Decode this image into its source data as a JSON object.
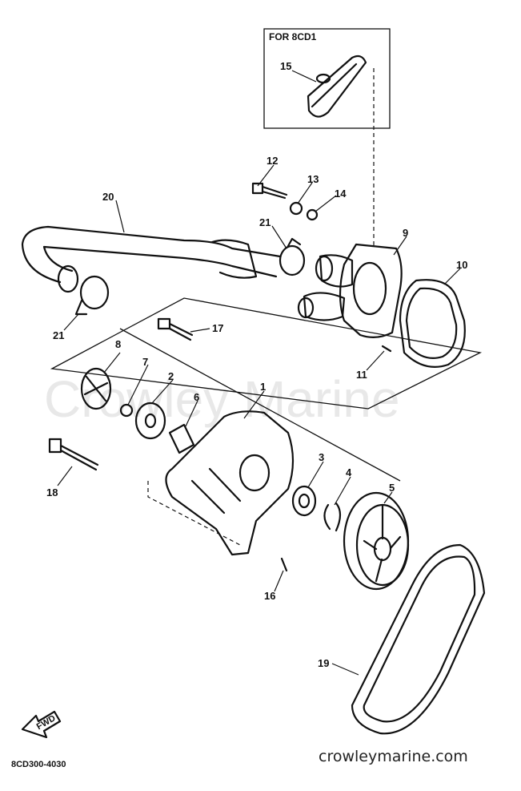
{
  "inset": {
    "title": "FOR 8CD1"
  },
  "watermark": "Crowley Marine",
  "callouts": [
    {
      "id": "15",
      "label": "15"
    },
    {
      "id": "12",
      "label": "12"
    },
    {
      "id": "13",
      "label": "13"
    },
    {
      "id": "14",
      "label": "14"
    },
    {
      "id": "20",
      "label": "20"
    },
    {
      "id": "21a",
      "label": "21"
    },
    {
      "id": "9",
      "label": "9"
    },
    {
      "id": "10",
      "label": "10"
    },
    {
      "id": "21b",
      "label": "21"
    },
    {
      "id": "17",
      "label": "17"
    },
    {
      "id": "8",
      "label": "8"
    },
    {
      "id": "7",
      "label": "7"
    },
    {
      "id": "2",
      "label": "2"
    },
    {
      "id": "11",
      "label": "11"
    },
    {
      "id": "6",
      "label": "6"
    },
    {
      "id": "1",
      "label": "1"
    },
    {
      "id": "3",
      "label": "3"
    },
    {
      "id": "4",
      "label": "4"
    },
    {
      "id": "5",
      "label": "5"
    },
    {
      "id": "18",
      "label": "18"
    },
    {
      "id": "16",
      "label": "16"
    },
    {
      "id": "19",
      "label": "19"
    }
  ],
  "fwd_label": "FWD",
  "diagram_code": "8CD300-4030",
  "site_url": "crowleymarine.com"
}
